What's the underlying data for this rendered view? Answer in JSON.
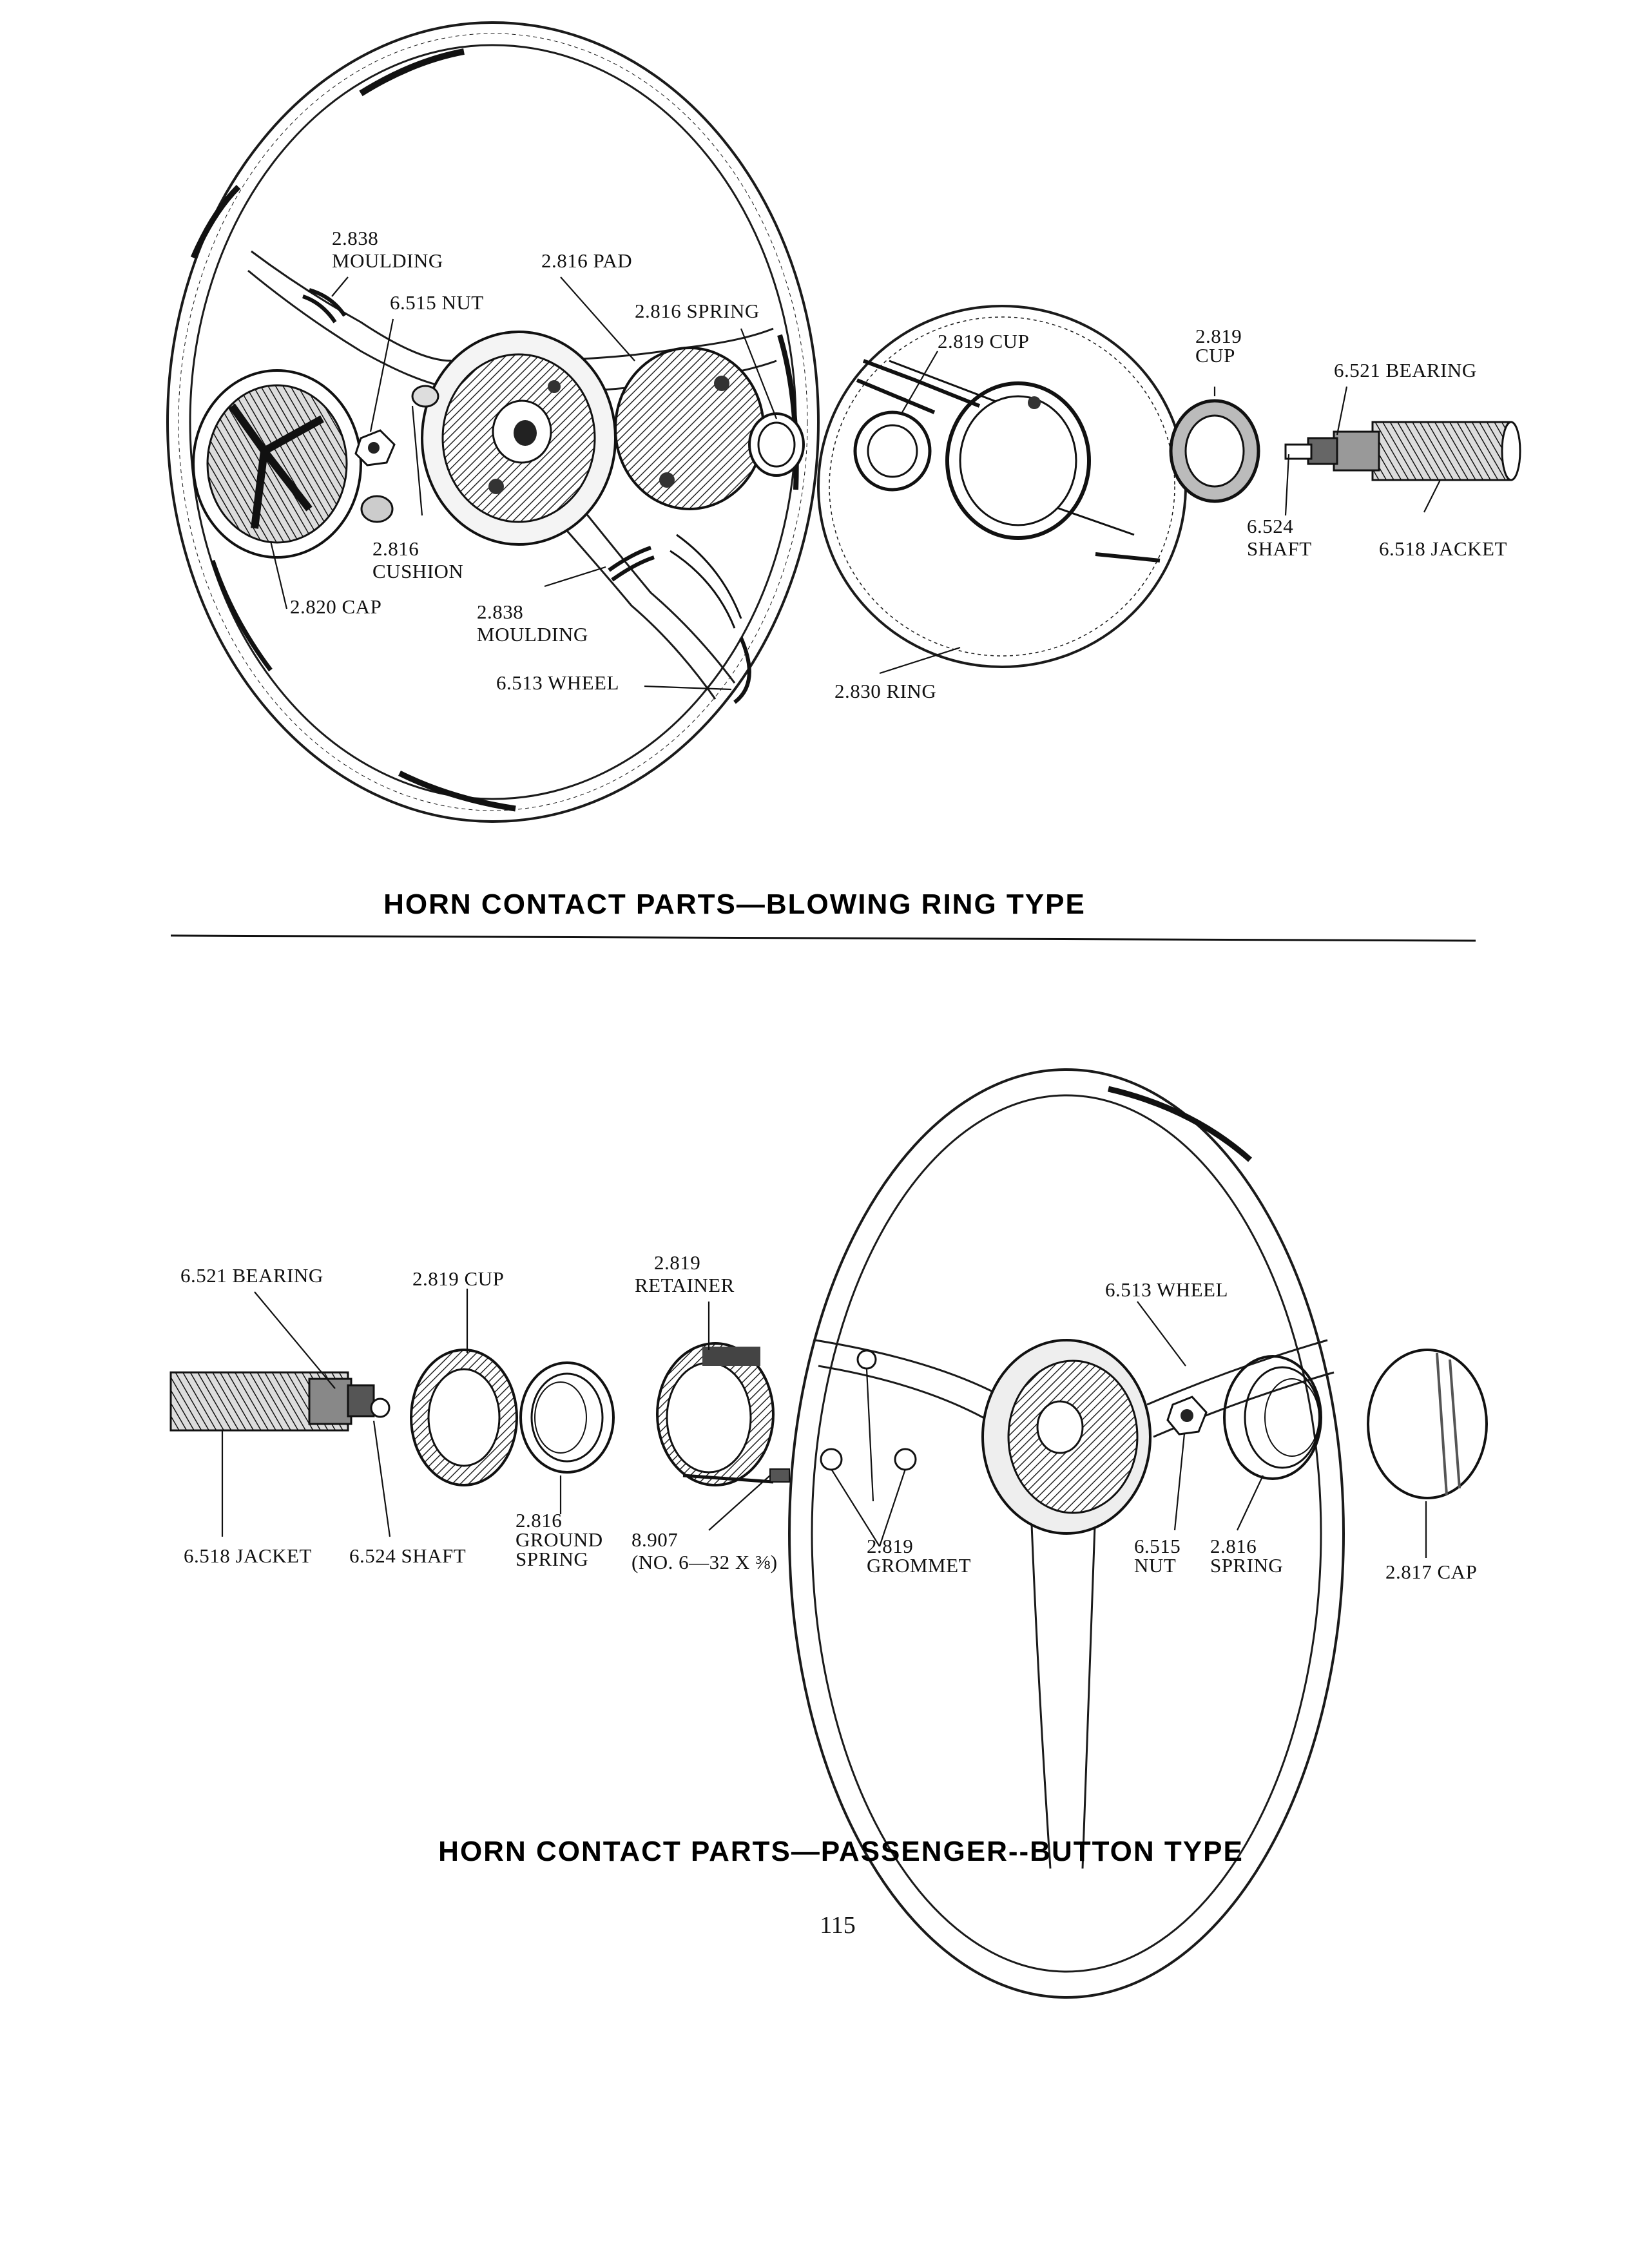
{
  "diagram1": {
    "title": "HORN CONTACT PARTS—BLOWING RING TYPE",
    "labels": {
      "moulding_top_num": "2.838",
      "moulding_top_name": "MOULDING",
      "pad": "2.816 PAD",
      "nut": "6.515 NUT",
      "spring": "2.816 SPRING",
      "cup_mid": "2.819 CUP",
      "cup_right_num": "2.819",
      "cup_right_name": "CUP",
      "bearing": "6.521 BEARING",
      "cushion_num": "2.816",
      "cushion_name": "CUSHION",
      "cap": "2.820 CAP",
      "moulding_bot_num": "2.838",
      "moulding_bot_name": "MOULDING",
      "wheel": "6.513 WHEEL",
      "ring": "2.830 RING",
      "shaft_num": "6.524",
      "shaft_name": "SHAFT",
      "jacket": "6.518 JACKET"
    }
  },
  "diagram2": {
    "title": "HORN CONTACT PARTS—PASSENGER--BUTTON TYPE",
    "labels": {
      "bearing": "6.521 BEARING",
      "cup": "2.819 CUP",
      "retainer_num": "2.819",
      "retainer_name": "RETAINER",
      "wheel": "6.513 WHEEL",
      "jacket": "6.518 JACKET",
      "shaft": "6.524 SHAFT",
      "ground_num": "2.816",
      "ground_a": "GROUND",
      "ground_b": "SPRING",
      "screw_num": "8.907",
      "screw_spec": "(NO. 6—32 X ⅜)",
      "grommet_num": "2.819",
      "grommet_name": "GROMMET",
      "nut_num": "6.515",
      "nut_name": "NUT",
      "spring_num": "2.816",
      "spring_name": "SPRING",
      "cap": "2.817 CAP"
    }
  },
  "page_number": "115"
}
